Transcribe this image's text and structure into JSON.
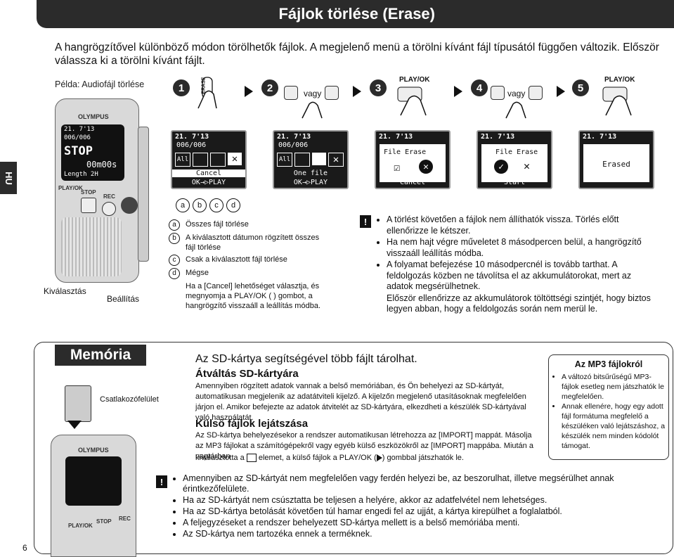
{
  "page": {
    "title": "Fájlok törlése (Erase)",
    "language_tab": "HU",
    "page_number": "6"
  },
  "intro": "A hangrögzítővel különböző módon törölhetők fájlok. A megjelenő menü a törölni kívánt fájl típusától függően változik. Először válassza ki a törölni kívánt fájlt.",
  "example_label": "Példa: Audiofájl törlése",
  "steps": [
    {
      "num": "1",
      "button": "ERASE"
    },
    {
      "num": "2",
      "or": "vagy"
    },
    {
      "num": "3",
      "button": "PLAY/OK"
    },
    {
      "num": "4",
      "or": "vagy"
    },
    {
      "num": "5",
      "button": "PLAY/OK"
    }
  ],
  "device_left": {
    "brand": "OLYMPUS",
    "screen_date": "21. 7'13",
    "screen_file": "006/006",
    "screen_status": "STOP",
    "screen_time": "00m00s",
    "screen_length": "Length 2H",
    "label_play": "PLAY/OK",
    "label_stop": "STOP",
    "label_rec": "REC",
    "label_select": "Kiválasztás",
    "label_settings": "Beállítás"
  },
  "screens": [
    {
      "date": "21. 7'13",
      "file": "006/006",
      "bottom1": "Cancel",
      "bottom2": "OK→▷PLAY"
    },
    {
      "date": "21. 7'13",
      "file": "006/006",
      "bottom1": "One file",
      "bottom2": "OK→▷PLAY"
    },
    {
      "date": "21. 7'13",
      "line": "File Erase",
      "bottom": "Cancel"
    },
    {
      "date": "21. 7'13",
      "line": "File Erase",
      "bottom": "Start"
    },
    {
      "date": "21. 7'13",
      "line": "Erased"
    }
  ],
  "callouts": [
    "a",
    "b",
    "c",
    "d"
  ],
  "legend": [
    {
      "key": "a",
      "text": "Összes fájl törlése"
    },
    {
      "key": "b",
      "text": "A kiválasztott dátumon rögzített összes fájl törlése"
    },
    {
      "key": "c",
      "text": "Csak a kiválasztott fájl törlése"
    },
    {
      "key": "d",
      "text": "Mégse"
    }
  ],
  "legend_note": "Ha a [Cancel] lehetőséget választja, és megnyomja a PLAY/OK ( ) gombot, a hangrögzítő visszaáll a leállítás módba.",
  "warn_icon": "!",
  "erase_notes": [
    "A törlést követően a fájlok nem állíthatók vissza. Törlés előtt ellenőrizze le kétszer.",
    "Ha nem hajt végre műveletet 8 másodpercen belül, a hangrögzítő visszaáll leállítás módba.",
    "A folyamat befejezése 10 másodpercnél is tovább tarthat. A feldolgozás közben ne távolítsa el az akkumulátorokat, mert az adatok megsérülhetnek."
  ],
  "erase_notes_extra": "Először ellenőrizze az akkumulátorok töltöttségi szintjét, hogy biztos legyen abban, hogy a feldolgozás során nem merül le.",
  "memory": {
    "title": "Memória",
    "slot_label": "Csatlakozófelület",
    "lead": "Az SD-kártya segítségével több fájlt tárolhat.",
    "switch_title": "Átváltás SD-kártyára",
    "switch_text": "Amennyiben rögzített adatok vannak a belső memóriában, és Ön behelyezi az SD-kártyát, automatikusan megjelenik az adatátviteli kijelző. A kijelzőn megjelenő utasításoknak megfelelően járjon el. Amikor befejezte az adatok átvitelét az SD-kártyára, elkezdheti a készülék SD-kártyával való használatát.",
    "ext_title": "Külső fájlok lejátszása",
    "ext_text_1": "Az SD-kártya behelyezésekor a rendszer automatikusan létrehozza az [IMPORT] mappát. Másolja az MP3 fájlokat a számítógépekről vagy egyéb külső eszközökről az [IMPORT] mappába. Miután a naptárban",
    "ext_text_2a": "kiválasztotta a",
    "ext_text_2b": "elemet, a külső fájlok a PLAY/OK (",
    "ext_text_2c": ") gombbal játszhatók le.",
    "device_brand": "OLYMPUS",
    "dev_play": "PLAY/OK",
    "dev_stop": "STOP",
    "dev_rec": "REC"
  },
  "mp3_box": {
    "title": "Az MP3 fájlokról",
    "items": [
      "A változó bitsűrűségű MP3-fájlok esetleg nem játszhatók le megfelelően.",
      "Annak ellenére, hogy egy adott fájl formátuma megfelelő a készüléken való lejátszáshoz, a készülék nem minden kódolót támogat."
    ]
  },
  "sd_notes": [
    "Amennyiben az SD-kártyát nem megfelelően vagy ferdén helyezi be, az beszorulhat, illetve megsérülhet annak érintkezőfelülete.",
    "Ha az SD-kártyát nem csúsztatta be teljesen a helyére, akkor az adatfelvétel nem lehetséges.",
    "Ha az SD-kártya betolását követően túl hamar engedi fel az ujját, a kártya kirepülhet a foglalatból.",
    "A feljegyzéseket a rendszer behelyezett SD-kártya mellett is a belső memóriába menti.",
    "Az SD-kártya nem tartozéka ennek a terméknek."
  ]
}
